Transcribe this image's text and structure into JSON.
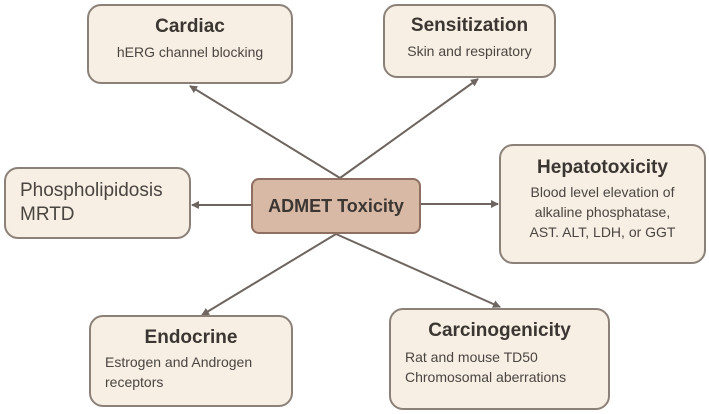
{
  "center": {
    "label": "ADMET Toxicity"
  },
  "nodes": {
    "cardiac": {
      "title": "Cardiac",
      "lines": [
        "hERG channel blocking"
      ]
    },
    "sensitization": {
      "title": "Sensitization",
      "lines": [
        "Skin and respiratory"
      ]
    },
    "phospholipidosis": {
      "lines": [
        "Phospholipidosis",
        "MRTD"
      ]
    },
    "hepatotoxicity": {
      "title": "Hepatotoxicity",
      "lines": [
        "Blood level elevation of",
        "alkaline phosphatase,",
        "AST. ALT, LDH, or GGT"
      ]
    },
    "endocrine": {
      "title": "Endocrine",
      "lines": [
        "Estrogen and Androgen",
        "receptors"
      ]
    },
    "carcinogenicity": {
      "title": "Carcinogenicity",
      "lines": [
        "Rat and mouse TD50",
        "Chromosomal aberrations"
      ]
    }
  },
  "colors": {
    "box_fill": "#f7efe4",
    "box_border": "#8c8178",
    "center_fill": "#d8b9a6",
    "arrow": "#6e6560"
  }
}
